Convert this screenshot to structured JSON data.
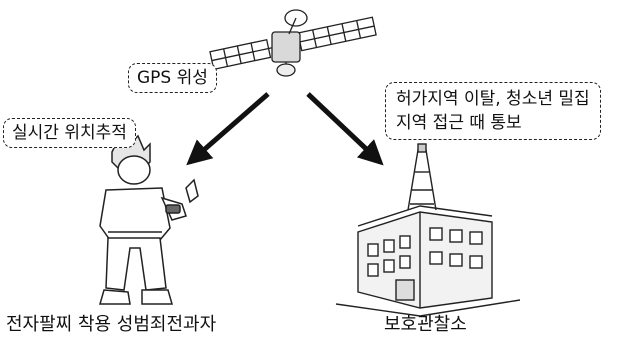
{
  "labels": {
    "gps": "GPS 위성",
    "tracking": "실시간 위치추적",
    "alert_line1": "허가지역 이탈, 청소년 밀집",
    "alert_line2": "지역 접근 때 통보",
    "offender": "전자팔찌 착용 성범죄전과자",
    "office": "보호관찰소"
  }
}
